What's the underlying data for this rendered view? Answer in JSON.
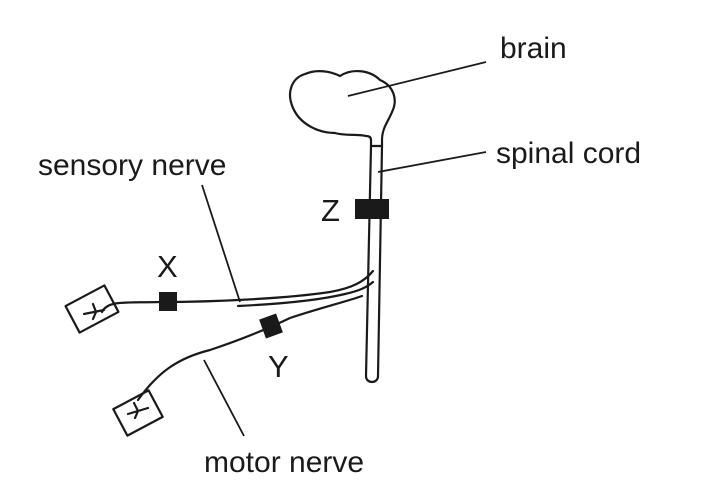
{
  "labels": {
    "brain": "brain",
    "spinal_cord": "spinal cord",
    "sensory_nerve": "sensory nerve",
    "motor_nerve": "motor nerve",
    "x": "X",
    "y": "Y",
    "z": "Z"
  },
  "colors": {
    "ink": "#1a1a1a",
    "background": "#ffffff"
  }
}
